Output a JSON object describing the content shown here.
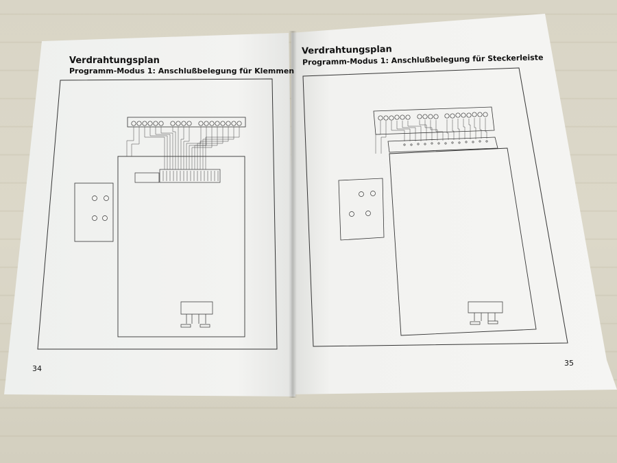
{
  "left_page": {
    "title": "Verdrahtungsplan",
    "subtitle": "Programm-Modus 1: Anschlußbelegung für Klemmen",
    "page_number": "34"
  },
  "right_page": {
    "title": "Verdrahtungsplan",
    "subtitle": "Programm-Modus 1: Anschlußbelegung für Steckerleiste",
    "page_number": "35"
  }
}
